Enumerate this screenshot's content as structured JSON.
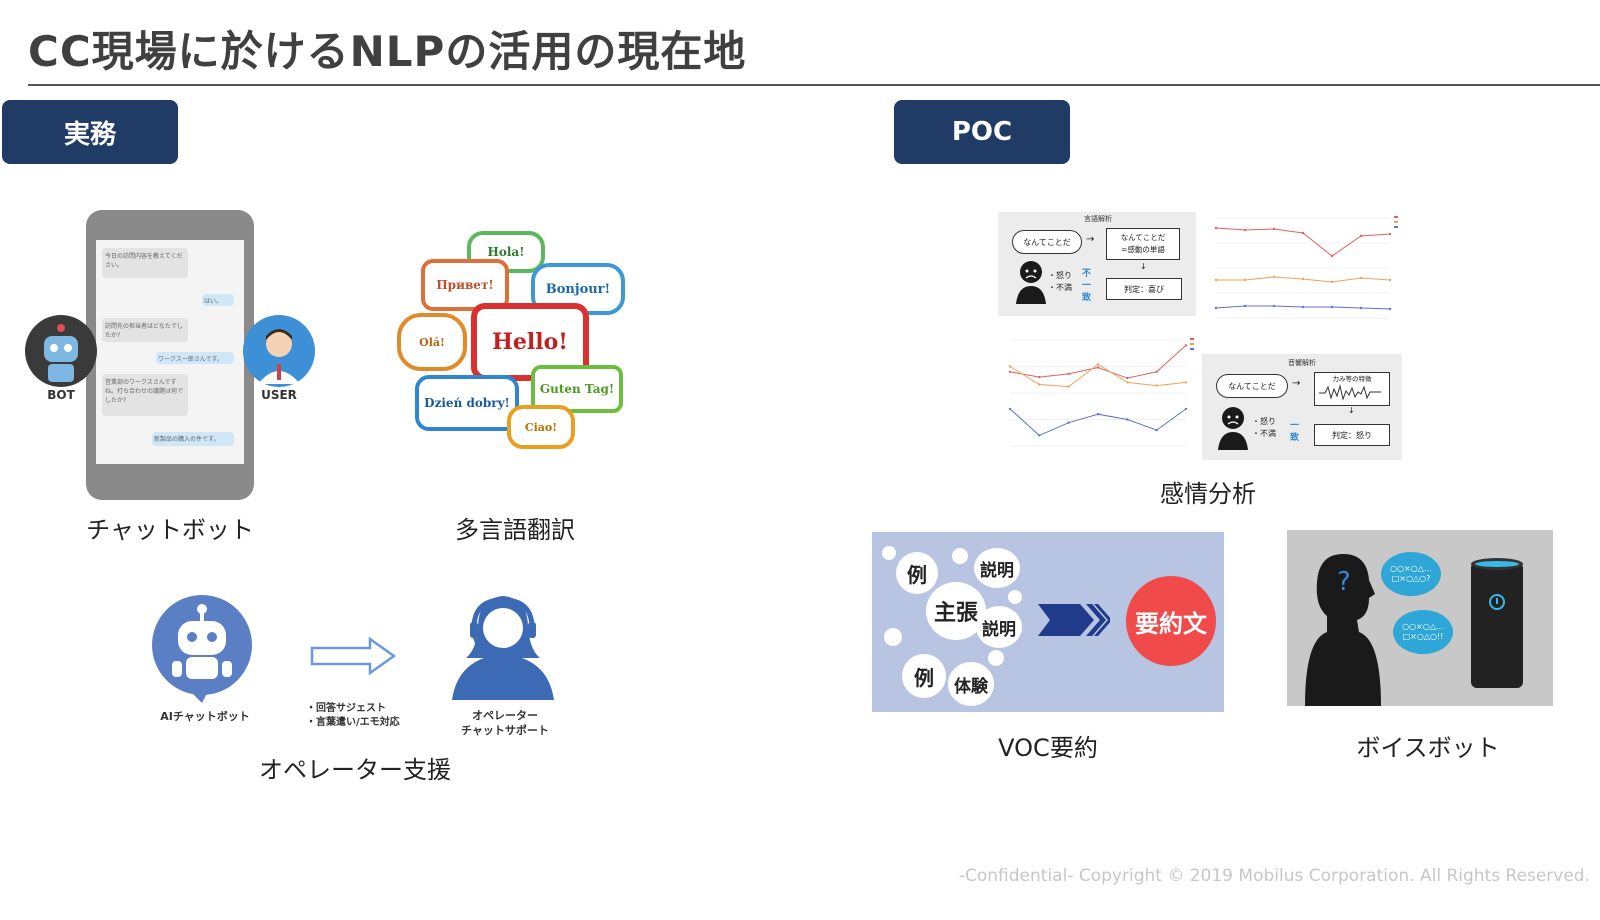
{
  "page": {
    "title": "CC現場に於けるNLPの活用の現在地",
    "footer": "-Confidential-  Copyright © 2019 Mobilus Corporation. All Rights Reserved."
  },
  "sections": {
    "left_label": "実務",
    "right_label": "POC"
  },
  "left": {
    "chatbot": {
      "caption": "チャットボット",
      "bot_label": "BOT",
      "user_label": "USER",
      "messages": [
        "今日の訪問内容を教えてください。",
        "はい。",
        "訪問先の担当者はどなたでしたか?",
        "ワークスー郎さんです。",
        "営業部のワークスさんですね。打ち合わせの議題は何でしたか?",
        "新製品の購入の件です。"
      ]
    },
    "translation": {
      "caption": "多言語翻訳",
      "words": [
        "Hola!",
        "Привет!",
        "Bonjour!",
        "Olá!",
        "Hello!",
        "Guten Tag!",
        "Dzień dobry!",
        "Ciao!"
      ]
    },
    "operator": {
      "caption": "オペレーター支援",
      "ai_label": "AIチャットボット",
      "arrow_notes": [
        "・回答サジェスト",
        "・言葉遣い/エモ対応"
      ],
      "operator_label": [
        "オペレーター",
        "チャットサポート"
      ]
    }
  },
  "right": {
    "sentiment": {
      "caption": "感情分析",
      "panel1": {
        "heading": "言語解析",
        "bubble": "なんてことだ",
        "box1": [
          "なんてことだ",
          "=感動の単語"
        ],
        "emotions": [
          "・怒り",
          "・不満"
        ],
        "mismatch": [
          "不",
          "一",
          "致"
        ],
        "judge": "判定：喜び"
      },
      "panel2": {
        "heading": "音響解析",
        "bubble": "なんてことだ",
        "box1": "力み等の特徴",
        "emotions": [
          "・怒り",
          "・不満"
        ],
        "match": [
          "一",
          "致"
        ],
        "judge": "判定：怒り"
      }
    },
    "voc": {
      "caption": "VOC要約",
      "words": [
        "例",
        "主張",
        "説明",
        "説明",
        "例",
        "体験"
      ],
      "result": "要約文"
    },
    "voicebot": {
      "caption": "ボイスボット",
      "bubbles": [
        "○○×○△…□×○△○?",
        "○○×○△…□×○△○!!"
      ]
    }
  },
  "chart_data": [
    {
      "type": "line",
      "title": "",
      "x": [
        1,
        2,
        3,
        4,
        5,
        6,
        7
      ],
      "series": [
        {
          "values": [
            240,
            242,
            241,
            245,
            268,
            248,
            246
          ]
        },
        {
          "values": [
            292,
            292,
            289,
            291,
            294,
            290,
            292
          ]
        },
        {
          "values": [
            320,
            318,
            318,
            319,
            319,
            320,
            321
          ]
        }
      ]
    },
    {
      "type": "line",
      "title": "",
      "x": [
        1,
        2,
        3,
        4,
        5,
        6,
        7
      ],
      "series": [
        {
          "values": [
            370,
            375,
            372,
            366,
            376,
            370,
            345
          ]
        },
        {
          "values": [
            365,
            382,
            384,
            363,
            380,
            383,
            380
          ]
        },
        {
          "values": [
            405,
            430,
            418,
            410,
            415,
            425,
            405
          ]
        }
      ]
    }
  ]
}
